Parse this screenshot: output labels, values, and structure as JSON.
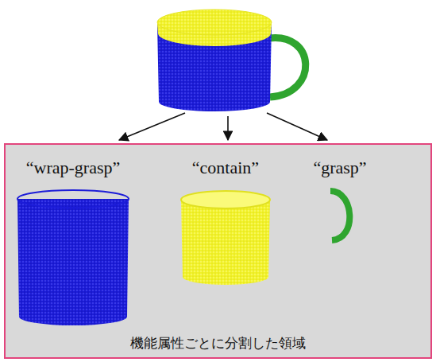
{
  "diagram": {
    "nodes": [
      {
        "text": [
          "機能属性ごとに分割した領域"
        ]
      }
    ],
    "labels": [
      "“wrap-grasp”",
      "“contain”",
      "“grasp”"
    ]
  }
}
